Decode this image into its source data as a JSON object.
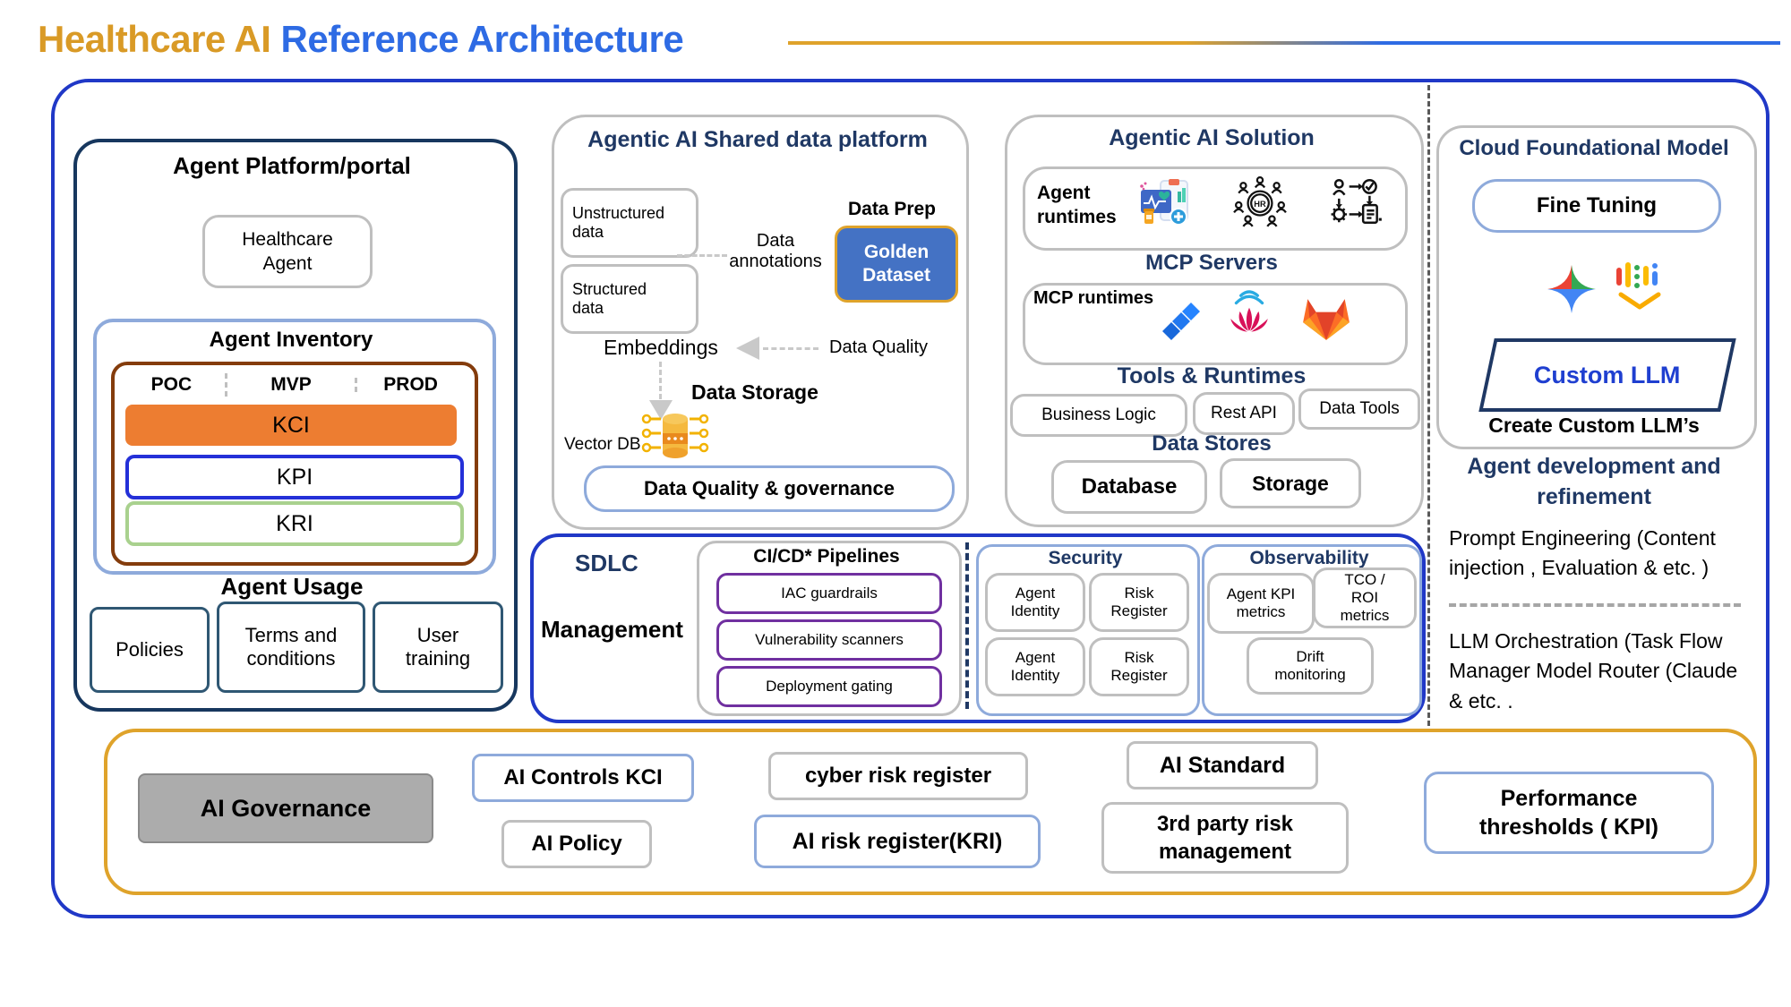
{
  "title": {
    "healthcare": "Healthcare AI",
    "rest": " Reference Architecture"
  },
  "colors": {
    "title_orange": "#D99A26",
    "title_blue": "#2E6BE4",
    "navy": "#1F3864",
    "outer_blue": "#2038C7",
    "gold": "#DFA32B",
    "kci_orange": "#ED7D31",
    "kpi_blue": "#2430D8",
    "kri_green": "#A9D18E",
    "purple": "#7030A0",
    "light_blue_border": "#8EAADB",
    "gray_border": "#BFBFBF",
    "golden_dataset_fill": "#4472C4",
    "governance_gray": "#ACACAC"
  },
  "platform": {
    "title": "Agent Platform/portal",
    "healthcare_agent": "Healthcare Agent",
    "inventory_title": "Agent Inventory",
    "stages": [
      "POC",
      "MVP",
      "PROD"
    ],
    "kci": "KCI",
    "kpi": "KPI",
    "kri": "KRI",
    "usage_title": "Agent Usage",
    "usage_items": [
      "Policies",
      "Terms and conditions",
      "User training"
    ]
  },
  "data_platform": {
    "title": "Agentic AI Shared data platform",
    "unstructured": "Unstructured data",
    "structured": "Structured data",
    "annotations": "Data annotations",
    "data_prep": "Data Prep",
    "golden_dataset": "Golden Dataset",
    "embeddings": "Embeddings",
    "data_quality": "Data Quality",
    "data_storage": "Data Storage",
    "vector_db": "Vector DB",
    "governance": "Data Quality & governance"
  },
  "solution": {
    "title": "Agentic AI Solution",
    "agent_runtimes": "Agent runtimes",
    "mcp_servers": "MCP Servers",
    "mcp_runtimes": "MCP runtimes",
    "tools_title": "Tools & Runtimes",
    "tools": [
      "Business Logic",
      "Rest API",
      "Data Tools"
    ],
    "stores_title": "Data Stores",
    "stores": [
      "Database",
      "Storage"
    ]
  },
  "cloud": {
    "title": "Cloud Foundational Model",
    "fine_tuning": "Fine Tuning",
    "custom_llm": "Custom LLM",
    "create_custom": "Create Custom LLM’s",
    "development": "Agent development and refinement",
    "prompt_engineering": "Prompt Engineering (Content injection , Evaluation & etc. )",
    "orchestration": "LLM Orchestration (Task Flow Manager Model Router (Claude & etc. ."
  },
  "sdlc": {
    "title_line1": "SDLC",
    "title_line2": "Management",
    "cicd_title": "CI/CD* Pipelines",
    "cicd_items": [
      "IAC guardrails",
      "Vulnerability scanners",
      "Deployment gating"
    ],
    "security_title": "Security",
    "security_items": [
      "Agent Identity",
      "Risk Register",
      "Agent Identity",
      "Risk Register"
    ],
    "observability_title": "Observability",
    "observability_items": [
      "Agent KPI metrics",
      "TCO / ROI metrics",
      "Drift monitoring"
    ]
  },
  "governance": {
    "ai_governance": "AI Governance",
    "ai_controls": "AI Controls KCI",
    "ai_policy": "AI Policy",
    "cyber_risk": "cyber risk register",
    "ai_risk_register": "AI risk register(KRI)",
    "ai_standard": "AI Standard",
    "third_party": "3rd party risk management",
    "performance": "Performance thresholds ( KPI)"
  },
  "icons": {
    "healthcare_runtime": "healthcare-app-icon",
    "hr_network": "hr-people-network-icon",
    "agent_workflow": "agent-workflow-icon",
    "jira": "jira-icon",
    "lotus": "lotus-signal-icon",
    "gitlab": "gitlab-icon",
    "gemini_star": "gemini-star-icon",
    "vertex_ai": "vertex-ai-icon",
    "vector_db": "vector-database-circuit-icon"
  }
}
